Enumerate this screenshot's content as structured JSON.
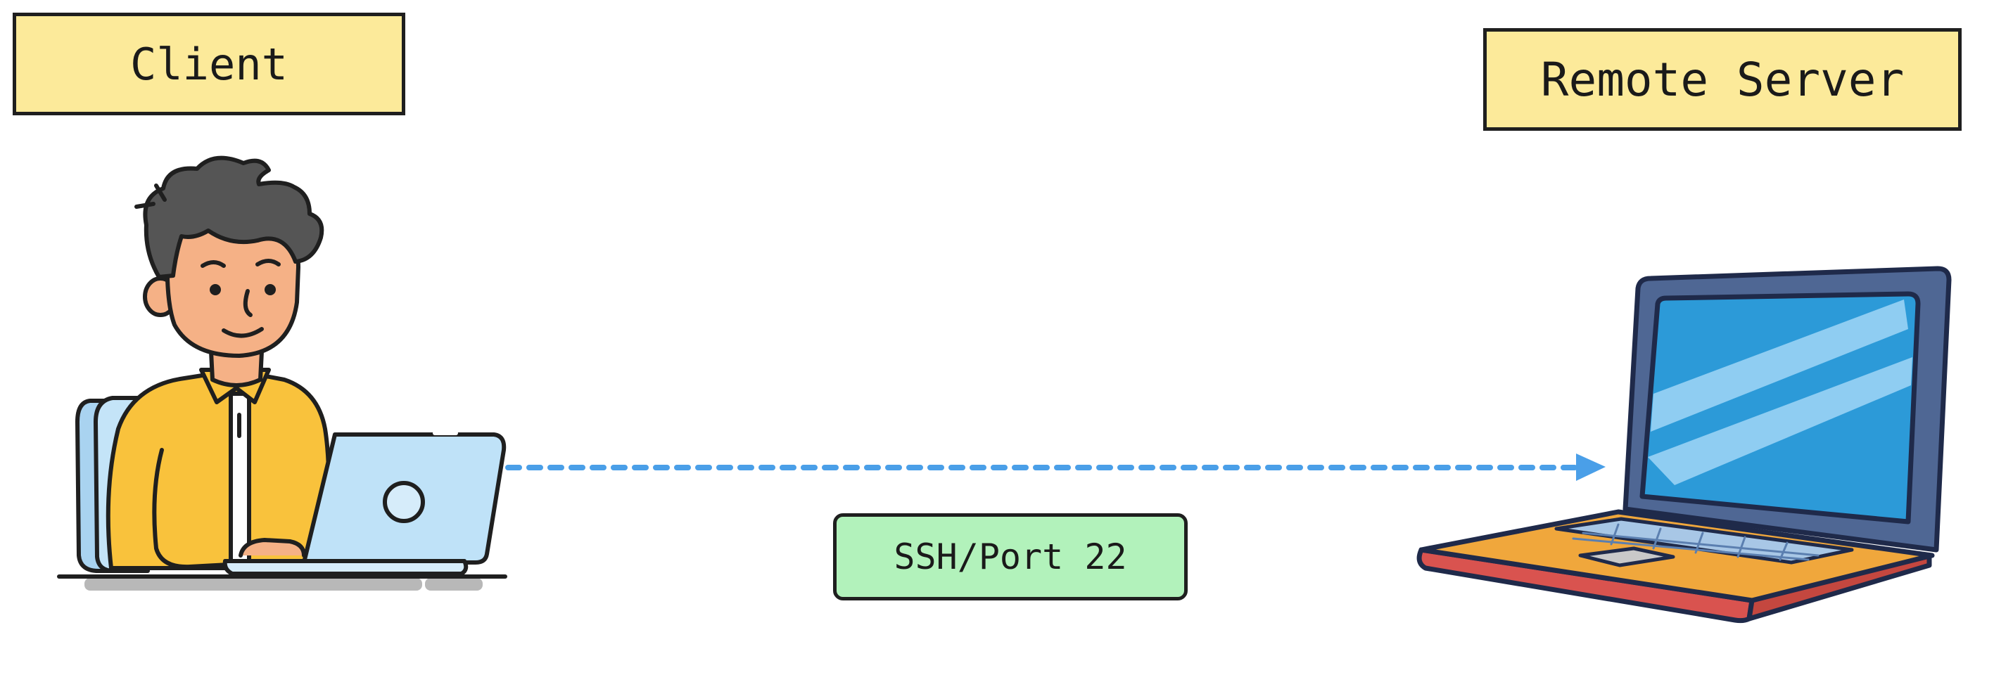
{
  "client": {
    "label": "Client"
  },
  "server": {
    "label": "Remote Server"
  },
  "connection": {
    "label": "SSH/Port 22",
    "color": "#4a9fe8"
  },
  "colors": {
    "label_fill": "#fcea9a",
    "connection_fill": "#b2f2bb",
    "outline": "#1f1f1f",
    "shirt": "#f9c23c",
    "skin": "#f5b186",
    "hair": "#555555",
    "client_laptop": "#bfe2f8",
    "server_laptop_frame": "#4f6794",
    "server_screen": "#2c9ad8",
    "server_base": "#f0a73c",
    "server_base_edge": "#d9534f"
  }
}
